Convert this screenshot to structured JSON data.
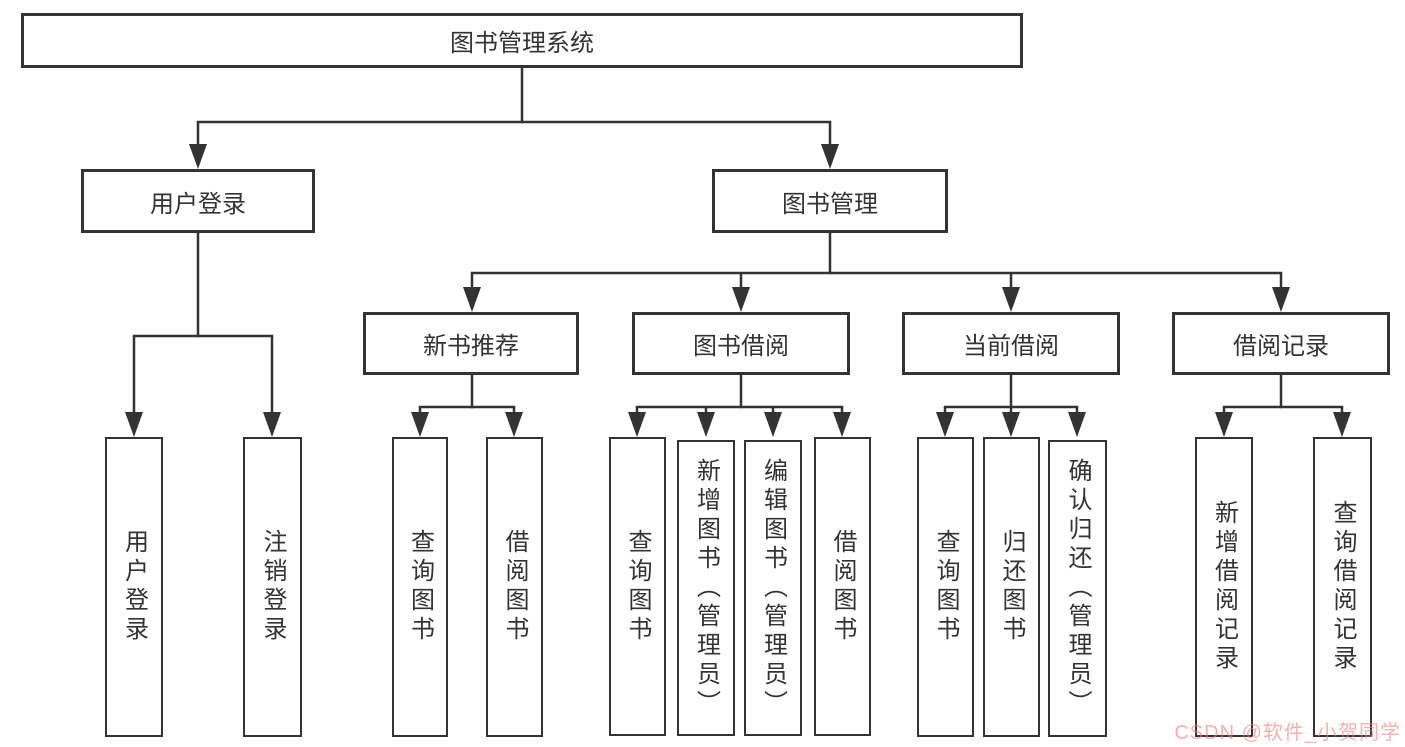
{
  "diagram": {
    "root": {
      "label": "图书管理系统"
    },
    "level2": [
      {
        "label": "用户登录"
      },
      {
        "label": "图书管理"
      }
    ],
    "level3": [
      {
        "label": "新书推荐"
      },
      {
        "label": "图书借阅"
      },
      {
        "label": "当前借阅"
      },
      {
        "label": "借阅记录"
      }
    ],
    "leaves": {
      "login": [
        "用户登录",
        "注销登录"
      ],
      "newbook": [
        "查询图书",
        "借阅图书"
      ],
      "borrow": [
        "查询图书",
        "新增图书（管理员）",
        "编辑图书（管理员）",
        "借阅图书"
      ],
      "current": [
        "查询图书",
        "归还图书",
        "确认归还（管理员）"
      ],
      "records": [
        "新增借阅记录",
        "查询借阅记录"
      ]
    }
  },
  "watermark": "CSDN @软件_小贺同学",
  "colors": {
    "line": "#333333",
    "text": "#333333",
    "watermark": "#f08080"
  }
}
